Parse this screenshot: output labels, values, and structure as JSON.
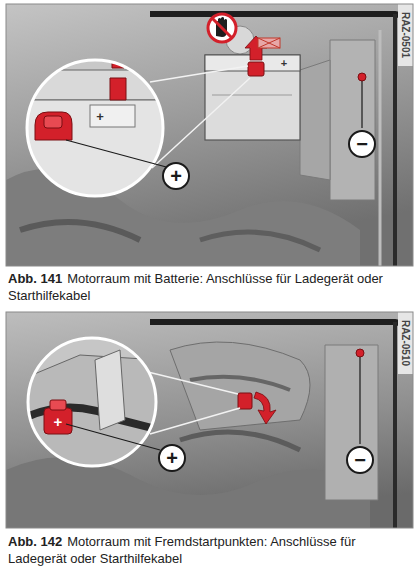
{
  "diagram": {
    "nodes": [
      {
        "text": [
          "+"
        ]
      },
      {
        "text": [
          "−"
        ]
      },
      {
        "text": [
          "+"
        ]
      },
      {
        "text": [
          "−"
        ]
      }
    ],
    "labels": [
      "RAZ-0501",
      "+",
      "+",
      "Abb. 141",
      "Motorraum mit Batterie: Anschlüsse für Ladegerät oder Starthilfekabel",
      "RAZ-0510",
      "+",
      "Abb. 142",
      "Motorraum mit Fremdstartpunkten: Anschlüsse für Ladegerät oder Starthilfekabel"
    ]
  }
}
